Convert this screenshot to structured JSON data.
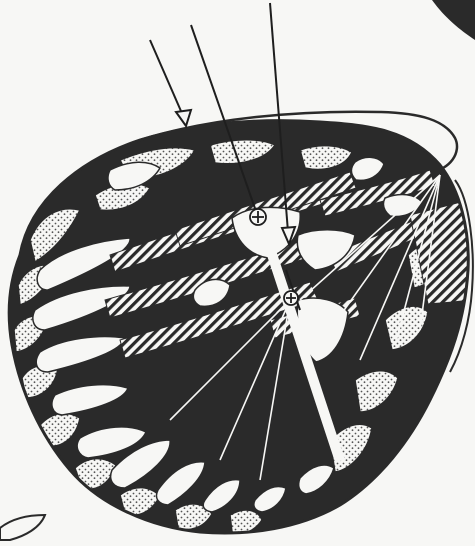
{
  "figure": {
    "subject": "butterfly-wing-pattern-drawing",
    "colors": {
      "paper": "#f7f7f5",
      "ink": "#2a2a2a",
      "stipple": "#555555"
    },
    "arrow_count": 3,
    "marker_count": 2
  }
}
